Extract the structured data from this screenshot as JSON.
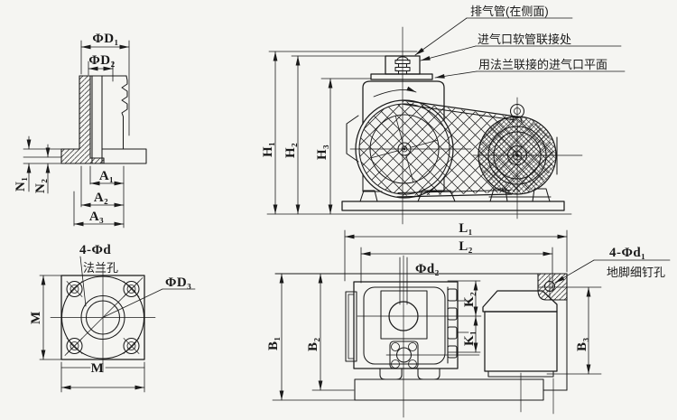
{
  "page": {
    "type": "engineering-drawing",
    "subject": "belt-driven rotary vane vacuum pump outline dimension drawing",
    "paper_color": "#f5f5f2",
    "ink_color": "#1a1a1a"
  },
  "views": {
    "inlet_section": {
      "dims": {
        "phi_d1": "ΦD₁",
        "phi_d2": "ΦD₂",
        "a1": "A₁",
        "a2": "A₂",
        "a3": "A₃",
        "n1": "N₁",
        "n2": "N₂"
      }
    },
    "side_view": {
      "callouts": {
        "exhaust_pipe": "排气管(在侧面)",
        "hose_joint": "进气口软管联接处",
        "flange_plane": "用法兰联接的进气口平面"
      },
      "dims": {
        "h1": "H₁",
        "h2": "H₂",
        "h3": "H₃"
      }
    },
    "flange_face": {
      "callouts": {
        "hole_count": "4-Φd",
        "hole_name": "法兰孔",
        "bore": "ΦD₃"
      },
      "dims": {
        "m_left": "M",
        "m_bottom": "M"
      }
    },
    "top_view": {
      "callouts": {
        "anchor_count": "4-Φd₁",
        "anchor_name": "地脚细钉孔",
        "inlet_bore": "Φd₂"
      },
      "dims": {
        "l1": "L₁",
        "l2": "L₂",
        "k1": "K₁",
        "k2": "K₂",
        "b1": "B₁",
        "b2": "B₂",
        "b3": "B₃"
      }
    }
  }
}
